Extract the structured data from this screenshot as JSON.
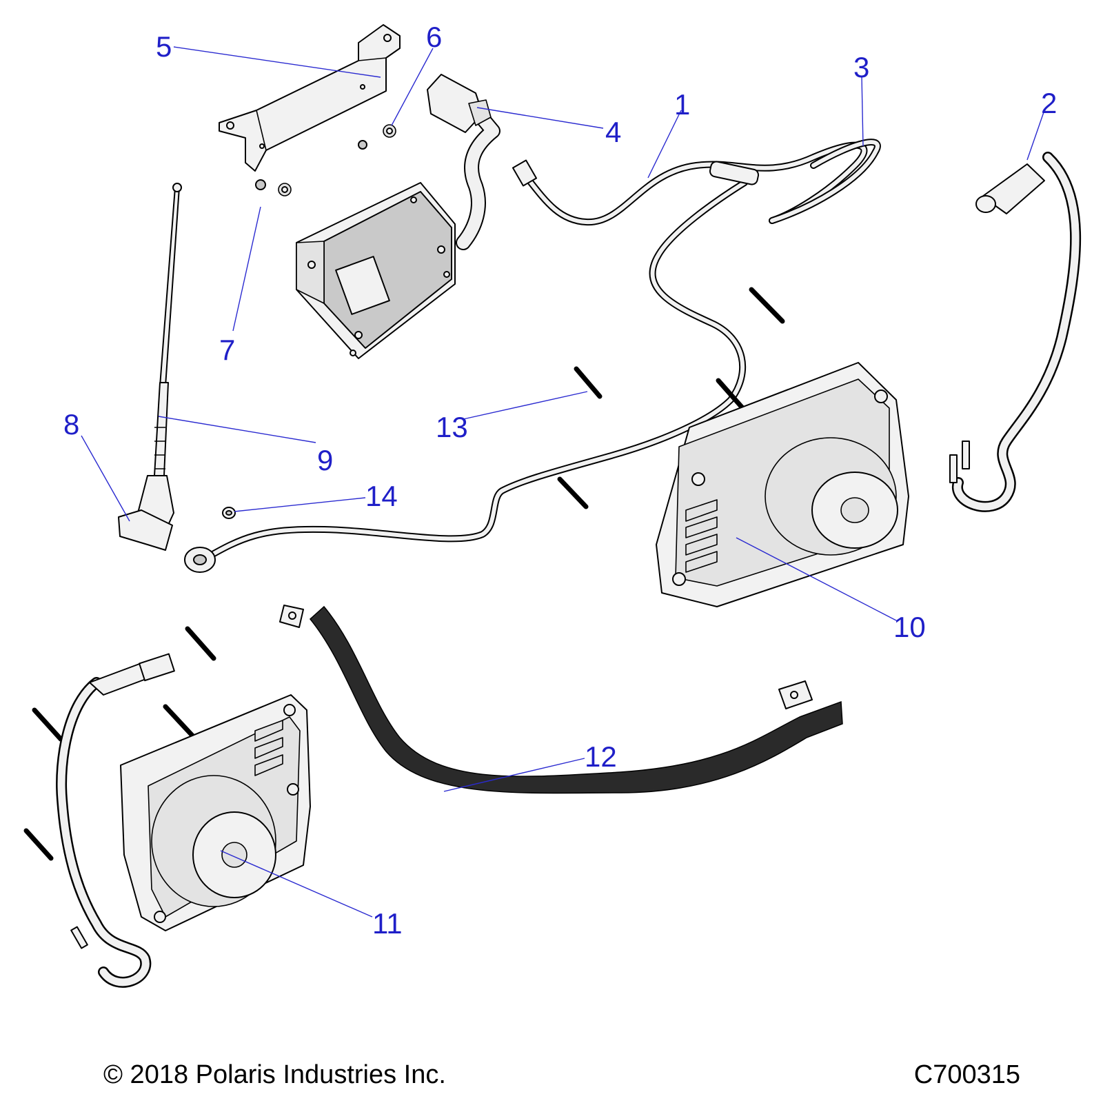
{
  "callouts": [
    {
      "id": "1",
      "label": "1"
    },
    {
      "id": "2",
      "label": "2"
    },
    {
      "id": "3",
      "label": "3"
    },
    {
      "id": "4",
      "label": "4"
    },
    {
      "id": "5",
      "label": "5"
    },
    {
      "id": "6",
      "label": "6"
    },
    {
      "id": "7",
      "label": "7"
    },
    {
      "id": "8",
      "label": "8"
    },
    {
      "id": "9",
      "label": "9"
    },
    {
      "id": "10",
      "label": "10"
    },
    {
      "id": "11",
      "label": "11"
    },
    {
      "id": "12",
      "label": "12"
    },
    {
      "id": "13",
      "label": "13"
    },
    {
      "id": "14",
      "label": "14"
    }
  ],
  "footer": {
    "copyright": "© 2018 Polaris Industries Inc.",
    "drawing_number": "C700315"
  },
  "colors": {
    "callout": "#1f1fc8",
    "line_art": "#000000",
    "part_fill": "#f2f2f2",
    "background": "#ffffff"
  }
}
